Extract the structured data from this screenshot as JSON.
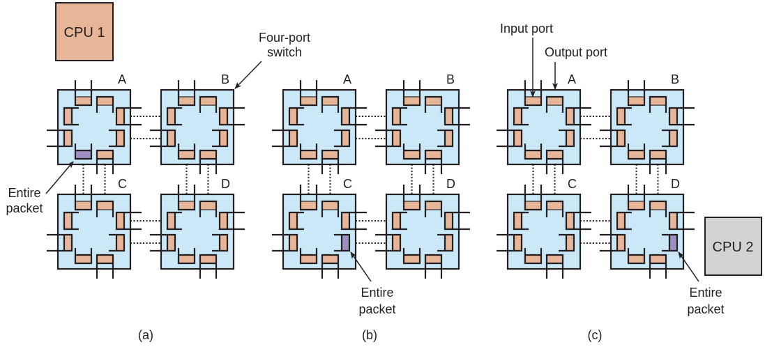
{
  "colors": {
    "switch_fill": "#cbe8f8",
    "buffer_fill": "#e7b699",
    "packet_fill": "#9d8fc2",
    "cpu1_fill": "#e7b699",
    "cpu2_fill": "#d3d3d3",
    "stroke": "#231f20"
  },
  "cpus": [
    {
      "id": "cpu1",
      "label": "CPU 1"
    },
    {
      "id": "cpu2",
      "label": "CPU 2"
    }
  ],
  "annotations": {
    "four_port_switch": [
      "Four-port",
      "switch"
    ],
    "input_port": "Input port",
    "output_port": "Output port",
    "entire_packet": [
      "Entire",
      "packet"
    ]
  },
  "panels": [
    {
      "label": "(a)",
      "switches": [
        "A",
        "B",
        "C",
        "D"
      ],
      "packet": {
        "switch": "A",
        "port": "bottom-out"
      }
    },
    {
      "label": "(b)",
      "switches": [
        "A",
        "B",
        "C",
        "D"
      ],
      "packet": {
        "switch": "C",
        "port": "right-out"
      }
    },
    {
      "label": "(c)",
      "switches": [
        "A",
        "B",
        "C",
        "D"
      ],
      "packet": {
        "switch": "D",
        "port": "right-out"
      }
    }
  ]
}
